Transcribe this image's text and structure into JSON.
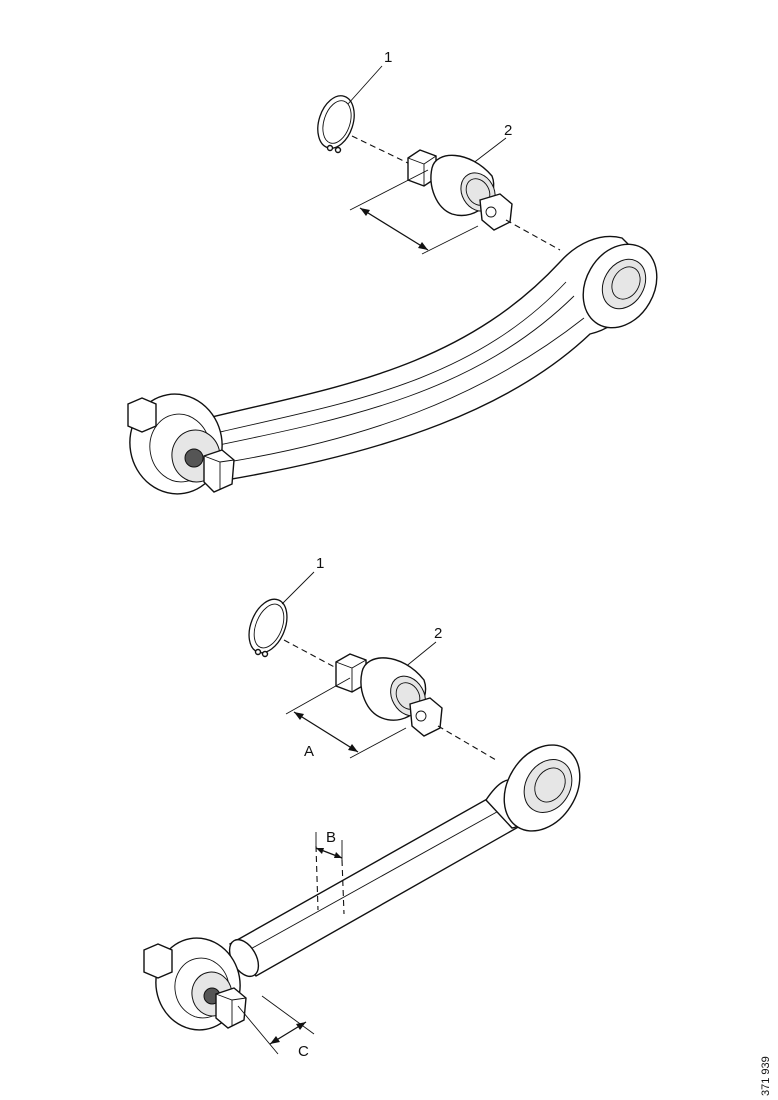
{
  "upper_figure": {
    "callouts": [
      "1",
      "2"
    ]
  },
  "lower_figure": {
    "callouts": [
      "1",
      "2"
    ],
    "dimensions": [
      "A",
      "B",
      "C"
    ]
  },
  "drawing_code": "371 939"
}
